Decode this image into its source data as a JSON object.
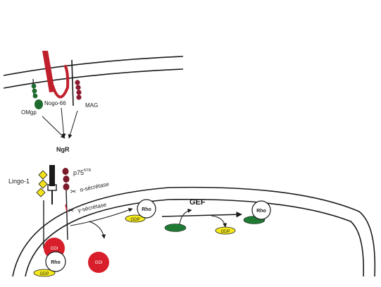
{
  "labels": {
    "omgp": "OMgp",
    "nogo66": "Nogo-66",
    "mag": "MAG",
    "ngr": "NgR",
    "lingo1": "Lingo-1",
    "p75_main": "p75",
    "p75_sup": "NTR",
    "alpha_secretase": "α-sécrétase",
    "gamma_secretase": "γ-sécrétase",
    "gef": "GEF"
  },
  "molecules": {
    "rho": "Rho",
    "gdp": "GDP",
    "gdi": "GDI"
  },
  "colors": {
    "line": "#1a1a1a",
    "nogo_red": "#c0202c",
    "omgp_green": "#1e6b2e",
    "gtp_green": "#1f7a34",
    "mag_dark_red": "#8a1a30",
    "lingo_yellow": "#f2e21c",
    "gdp_yellow": "#f5ea1e",
    "gdi_red": "#d81e2a",
    "p75_maroon": "#7a1a2a"
  }
}
